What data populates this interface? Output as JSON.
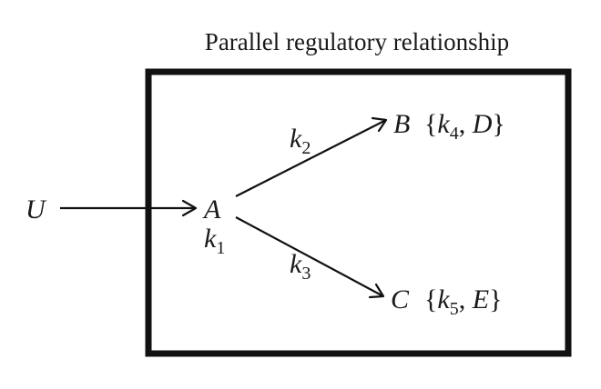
{
  "title": "Parallel regulatory relationship",
  "nodes": {
    "input": {
      "label": "U"
    },
    "a": {
      "label": "A",
      "param": {
        "symbol": "k",
        "sub": "1"
      }
    },
    "b": {
      "label": "B",
      "params": {
        "open": "{",
        "k": "k",
        "k_sub": "4",
        "sep": ", ",
        "extra": "D",
        "close": "}"
      }
    },
    "c": {
      "label": "C",
      "params": {
        "open": "{",
        "k": "k",
        "k_sub": "5",
        "sep": ", ",
        "extra": "E",
        "close": "}"
      }
    }
  },
  "edges": {
    "u_to_a": {
      "label": ""
    },
    "a_to_b": {
      "symbol": "k",
      "sub": "2"
    },
    "a_to_c": {
      "symbol": "k",
      "sub": "3"
    }
  }
}
